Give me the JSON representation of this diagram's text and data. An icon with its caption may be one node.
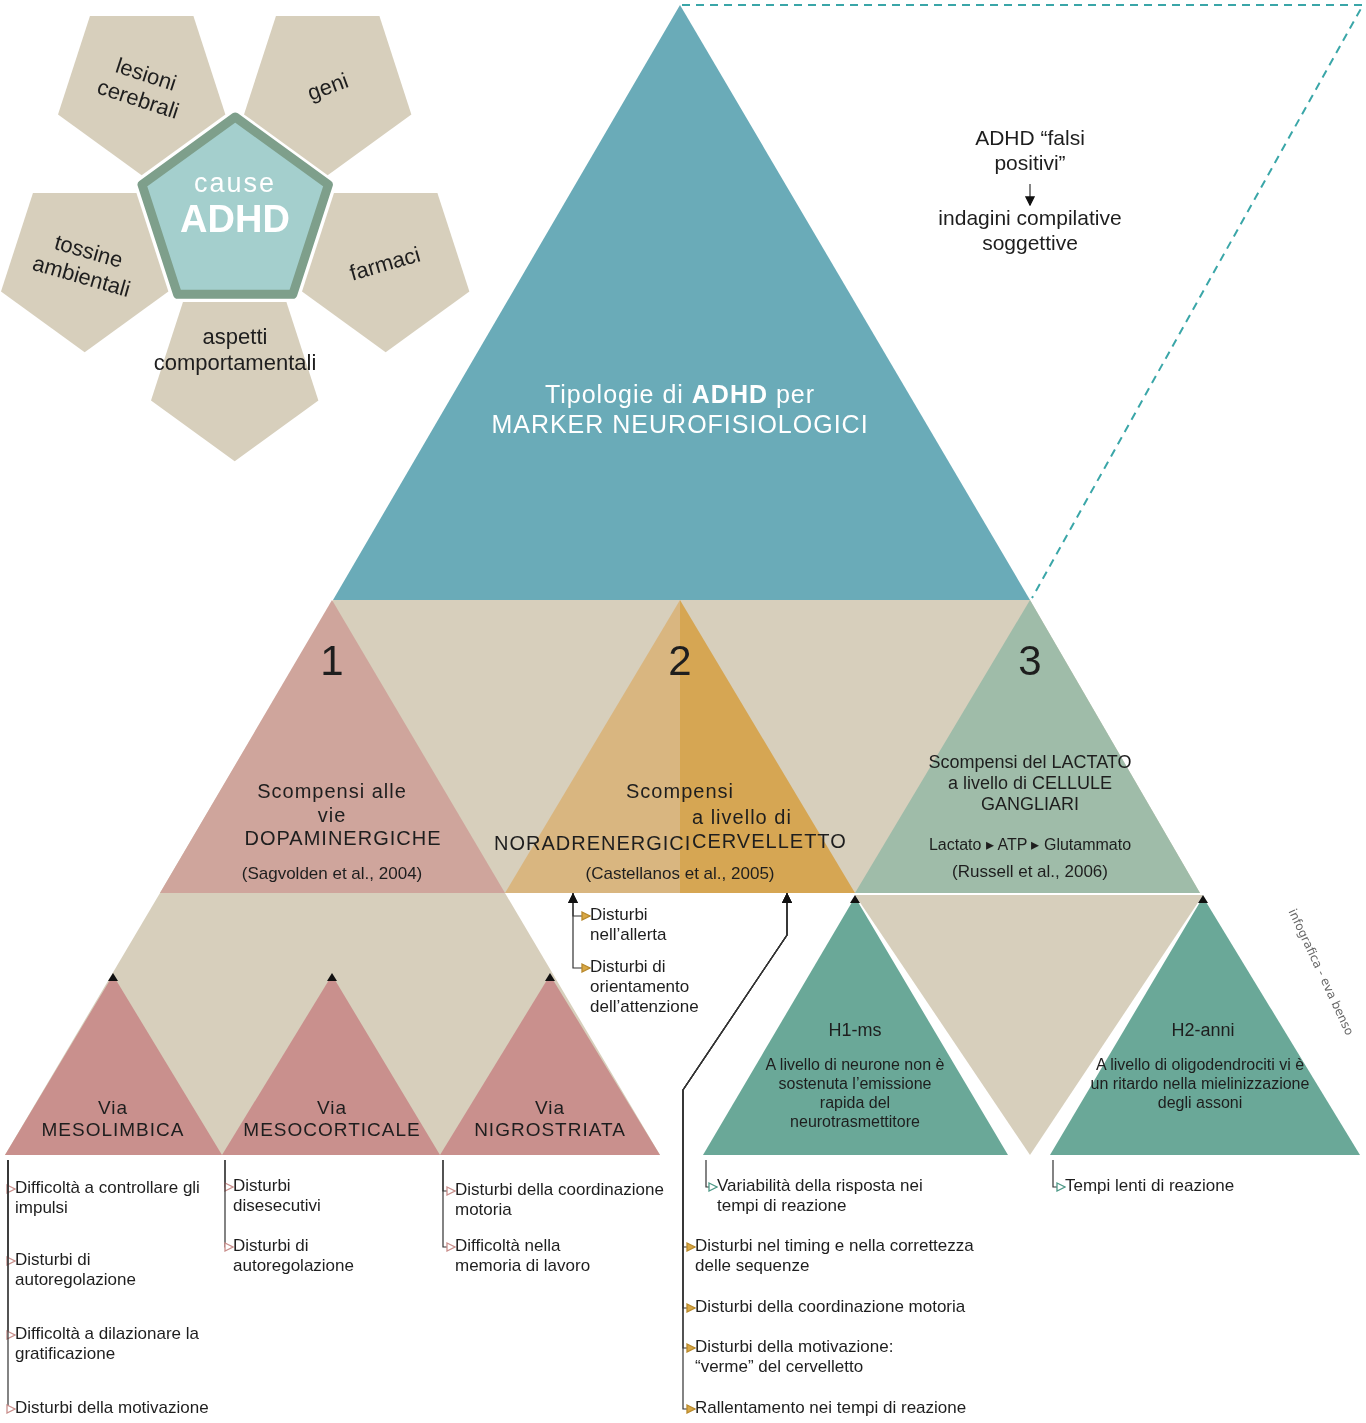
{
  "diagram": {
    "nodes": [
      {
        "text": [
          "cause",
          "ADHD"
        ]
      },
      {
        "text": [
          "lesioni cerebrali"
        ]
      },
      {
        "text": [
          "geni"
        ]
      },
      {
        "text": [
          "tossine ambientali"
        ]
      },
      {
        "text": [
          "farmaci"
        ]
      },
      {
        "text": [
          "aspetti comportamentali"
        ]
      },
      {
        "text": [
          "Tipologie di **ADHD** per MARKER NEUROFISIOLOGICI"
        ]
      },
      {
        "text": [
          "ADHD “falsi positivi”"
        ]
      },
      {
        "text": [
          "indagini compilative soggettive"
        ]
      },
      {
        "text": [
          "1",
          "Scompensi alle vie DOPAMINERGICHE",
          "(Sagvolden et al., 2004)"
        ]
      },
      {
        "text": [
          "2",
          "Scompensi",
          "NORADRENERGICI",
          "a livello di CERVELLETTO",
          "(Castellanos et al., 2005)"
        ]
      },
      {
        "text": [
          "3",
          "Scompensi del LACTATO a livello di CELLULE GANGLIARI",
          "Lactato ▸ ATP ▸ Glutammato",
          "(Russell et al., 2006)"
        ]
      },
      {
        "text": [
          "Via MESOLIMBICA"
        ]
      },
      {
        "text": [
          "Via MESOCORTICALE"
        ]
      },
      {
        "text": [
          "Via NIGROSTRIATA"
        ]
      },
      {
        "text": [
          "H1-ms",
          "A livello di neurone non è sostenuta l’emissione rapida del neurotrasmettitore"
        ]
      },
      {
        "text": [
          "H2-anni",
          "A livello di oligodendrociti vi è un ritardo nella mielinizzazione degli assoni"
        ]
      },
      {
        "text": [
          "Difficoltà a controllare gli impulsi"
        ]
      },
      {
        "text": [
          "Disturbi di autoregolazione"
        ]
      },
      {
        "text": [
          "Difficoltà a dilazionare la gratificazione"
        ]
      },
      {
        "text": [
          "Disturbi della motivazione"
        ]
      },
      {
        "text": [
          "Disturbi disesecutivi"
        ]
      },
      {
        "text": [
          "Disturbi di autoregolazione"
        ]
      },
      {
        "text": [
          "Disturbi della coordinazione motoria"
        ]
      },
      {
        "text": [
          "Difficoltà nella memoria di lavoro"
        ]
      },
      {
        "text": [
          "Disturbi nell’allerta"
        ]
      },
      {
        "text": [
          "Disturbi di orientamento dell’attenzione"
        ]
      },
      {
        "text": [
          "Variabilità della risposta nei tempi di reazione"
        ]
      },
      {
        "text": [
          "Disturbi nel timing e nella correttezza delle sequenze"
        ]
      },
      {
        "text": [
          "Disturbi della coordinazione motoria"
        ]
      },
      {
        "text": [
          "Disturbi della motivazione: “verme” del cervelletto"
        ]
      },
      {
        "text": [
          "Rallentamento nei tempi di reazione"
        ]
      },
      {
        "text": [
          "Tempi lenti di reazione"
        ]
      }
    ],
    "edges": [
      {
        "from": 7,
        "to": 8,
        "arrow": "to"
      },
      {
        "from": 12,
        "to": 17,
        "arrow": "to"
      },
      {
        "from": 12,
        "to": 18,
        "arrow": "to"
      },
      {
        "from": 12,
        "to": 19,
        "arrow": "to"
      },
      {
        "from": 12,
        "to": 20,
        "arrow": "to"
      },
      {
        "from": 13,
        "to": 21,
        "arrow": "to"
      },
      {
        "from": 13,
        "to": 22,
        "arrow": "to"
      },
      {
        "from": 14,
        "to": 23,
        "arrow": "to"
      },
      {
        "from": 14,
        "to": 24,
        "arrow": "to"
      },
      {
        "from": 10,
        "to": 25,
        "arrow": "both"
      },
      {
        "from": 10,
        "to": 26,
        "arrow": "both"
      },
      {
        "from": 15,
        "to": 27,
        "arrow": "to"
      },
      {
        "from": 10,
        "to": 28,
        "arrow": "both"
      },
      {
        "from": 10,
        "to": 29,
        "arrow": "both"
      },
      {
        "from": 10,
        "to": 30,
        "arrow": "both"
      },
      {
        "from": 10,
        "to": 31,
        "arrow": "both"
      },
      {
        "from": 16,
        "to": 32,
        "arrow": "to"
      }
    ],
    "labels": [
      "infografica - eva benso"
    ]
  }
}
